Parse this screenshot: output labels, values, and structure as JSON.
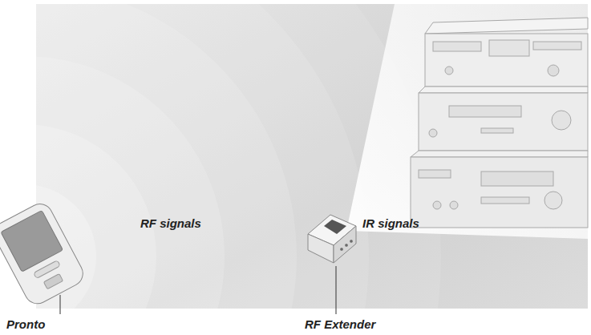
{
  "diagram": {
    "labels": [
      "RF signals",
      "IR signals",
      "Pronto",
      "RF Extender"
    ]
  }
}
